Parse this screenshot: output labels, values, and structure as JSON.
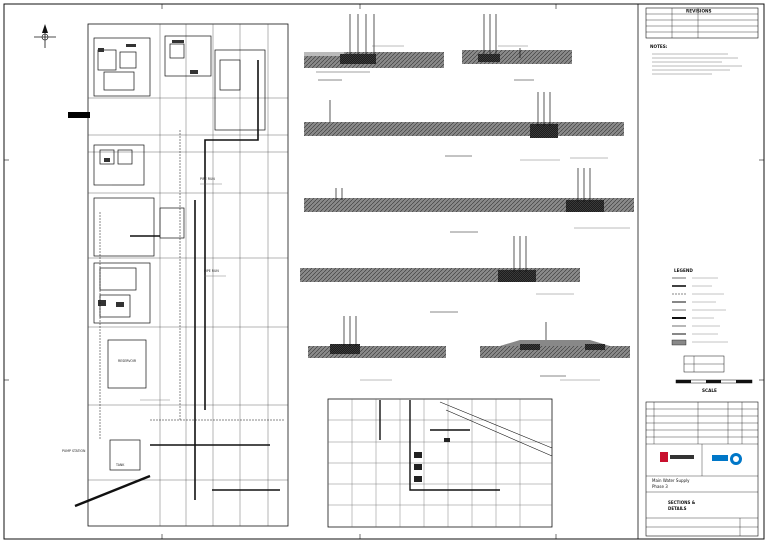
{
  "drawing": {
    "sheet_label": "REVISIONS"
  },
  "notes": {
    "heading": "NOTES:"
  },
  "legend": {
    "heading": "LEGEND"
  },
  "scale": {
    "heading": "SCALE"
  },
  "title_block": {
    "project_line1": "Main Water Supply",
    "project_line2": "Phase 3",
    "title_line1": "SECTIONS &",
    "title_line2": "DETAILS"
  },
  "colors": {
    "ink": "#111111",
    "hatch": "#555555",
    "brand_red": "#c8102e",
    "brand_blue": "#0077c8"
  }
}
